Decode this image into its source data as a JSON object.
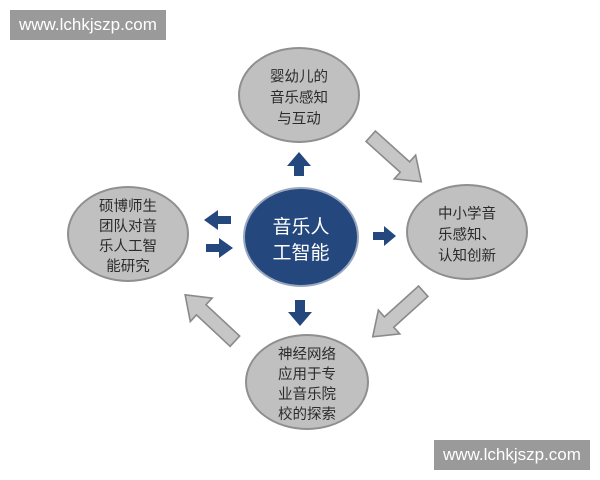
{
  "watermark": {
    "top": "www.lchkjszp.com",
    "bottom": "www.lchkjszp.com"
  },
  "center": {
    "lines": [
      "音乐人",
      "工智能"
    ],
    "color": "#24477e"
  },
  "nodes": {
    "top": {
      "lines": [
        "婴幼儿的",
        "音乐感知",
        "与互动"
      ]
    },
    "right": {
      "lines": [
        "中小学音",
        "乐感知、",
        "认知创新"
      ]
    },
    "bottom": {
      "lines": [
        "神经网络",
        "应用于专",
        "业音乐院",
        "校的探索"
      ]
    },
    "left": {
      "lines": [
        "硕博师生",
        "团队对音",
        "乐人工智",
        "能研究"
      ]
    }
  },
  "colors": {
    "node_fill": "#c0c0c0",
    "node_stroke": "#8f8f8f",
    "small_arrow": "#24477e",
    "cycle_arrow_fill": "#c6c6c6",
    "cycle_arrow_stroke": "#8a8a8a"
  }
}
